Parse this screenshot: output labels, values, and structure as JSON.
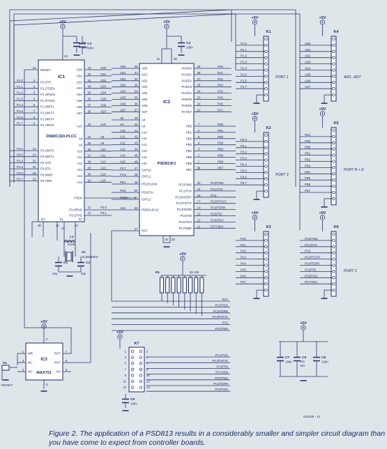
{
  "supply": "+5V",
  "ic1": {
    "ref": "IC1",
    "part": "DS80C320-PLCC",
    "vcc_pin": "44",
    "gnd_pin": "22",
    "reset": {
      "pin": "10",
      "label": "RESET"
    },
    "p1_labels": [
      "P1.0",
      "P1.1",
      "P1.2",
      "P1.3",
      "P1.4",
      "P1.5",
      "P1.6",
      "P1.7"
    ],
    "p1_pins": [
      "2",
      "3",
      "4",
      "5",
      "6",
      "7",
      "8",
      "9"
    ],
    "p1_funcs": [
      "P1.0/T2",
      "P1.1/T2EX",
      "P1.2/RXD1",
      "P1.3/TXD1",
      "P1.4/INT1",
      "P1.5/INT3",
      "P1.6/INT4",
      "P1.7/INT5"
    ],
    "p3_labels": [
      "P3.2",
      "P3.3",
      "P3.4",
      "P3.5",
      "P3.6",
      "P3.7"
    ],
    "p3_pins": [
      "13",
      "14",
      "15",
      "16",
      "18",
      "19"
    ],
    "p3_funcs": [
      "P3.2/INT0",
      "P3.3/INT1",
      "P3.4/T0",
      "P3.5/T1",
      "P3.6/WR",
      "P3.7/RD"
    ],
    "ad_funcs": [
      "AD0",
      "AD1",
      "AD2",
      "AD3",
      "AD4",
      "AD5",
      "AD6",
      "AD7"
    ],
    "ad_pins": [
      "43",
      "42",
      "41",
      "40",
      "39",
      "38",
      "37",
      "36"
    ],
    "ale": {
      "func": "ALE",
      "pin": "33"
    },
    "a_funcs": [
      "A8",
      "A9",
      "A10",
      "A11",
      "A12",
      "A13",
      "A14",
      "A15"
    ],
    "a_pins": [
      "24",
      "25",
      "26",
      "27",
      "28",
      "29",
      "30",
      "31"
    ],
    "psen": "PSEN",
    "rxd": {
      "func": "P3.0/RXD",
      "pin": "11",
      "net": "P3.0"
    },
    "txd": {
      "func": "P3.1/TXD",
      "pin": "12",
      "net": "P3.1"
    },
    "bottom": [
      {
        "func": "EA",
        "pin": "35"
      },
      {
        "func": "X1",
        "pin": "21"
      },
      {
        "func": "X2",
        "pin": "20"
      }
    ]
  },
  "ic2": {
    "ref": "IC2",
    "part": "PSD813F1",
    "vcc_pins": [
      "15",
      "38"
    ],
    "gnd_pins": [
      "16",
      "26"
    ],
    "ad_in": [
      "AD0",
      "AD1",
      "AD2",
      "AD3",
      "AD4",
      "AD5",
      "AD6",
      "AD7"
    ],
    "ad_in_pins": [
      "30",
      "31",
      "32",
      "33",
      "34",
      "35",
      "36",
      "37"
    ],
    "a_in": [
      "A8",
      "A9",
      "A10",
      "A11",
      "A12",
      "A13",
      "A14",
      "A15"
    ],
    "a_in_pins": [
      "39",
      "40",
      "41",
      "42",
      "43",
      "44",
      "45",
      "46"
    ],
    "ctrl_in": [
      {
        "func": "CNTL0",
        "net": "P3.7",
        "pin": "47"
      },
      {
        "func": "CNTL1",
        "net": "P3.6",
        "pin": "48"
      },
      {
        "func": "PD1/CLKIN",
        "net": "PD1",
        "pin": "49"
      },
      {
        "func": "PD2/CSI",
        "net": "PD2",
        "pin": "50"
      },
      {
        "func": "CNTL2",
        "net": "PSEN",
        "pin": "51"
      },
      {
        "func": "PD0/ALE/AS",
        "net": "ALE",
        "pin": "52"
      },
      {
        "func": "RST",
        "net": "",
        "pin": "27"
      }
    ],
    "pa_funcs": [
      "PA0/D0",
      "PA1/D1",
      "PA2/D2",
      "PA3/D3",
      "PA4/D4",
      "PA5/D5",
      "PA6/D6",
      "PA7/D7"
    ],
    "pa_nets": [
      "PA0",
      "PA1",
      "PA2",
      "PA3",
      "PA4",
      "PA5",
      "PA6",
      "PA7"
    ],
    "pa_pins": [
      "29",
      "28",
      "27",
      "25",
      "24",
      "23",
      "22",
      "21"
    ],
    "pb_funcs": [
      "PB0",
      "PB1",
      "PB2",
      "PB3",
      "PB4",
      "PB5",
      "PB6",
      "PB7"
    ],
    "pb_nets": [
      "PB0",
      "PB1",
      "PB2",
      "PB3",
      "PB4",
      "PB5",
      "PB6",
      "PB7"
    ],
    "pb_pins": [
      "7",
      "6",
      "5",
      "4",
      "3",
      "2",
      "1",
      "68"
    ],
    "pc_funcs": [
      "PC0/TMS",
      "PC1/TCK",
      "PC2/VSTBY",
      "PC3/TSTAT",
      "PC4/TERR",
      "PC5/TDI",
      "PC6/TDO",
      "PC7/DBE"
    ],
    "pc_nets": [
      "PC0/TMS",
      "PC1/TCK",
      "PC2",
      "PC3/TSTAT",
      "PC4/TERR",
      "PC5/TDI",
      "PC6/TDO",
      "PC7/JEN"
    ],
    "pc_pins": [
      "20",
      "19",
      "18",
      "17",
      "14",
      "13",
      "12",
      "11"
    ]
  },
  "connectors": [
    {
      "ref": "K1",
      "pins": [
        "P1.0",
        "P1.1",
        "P1.2",
        "P1.3",
        "P1.4",
        "P1.5",
        "P1.6",
        "P1.7"
      ],
      "label": "PORT 1"
    },
    {
      "ref": "K2",
      "pins": [
        "P3.0",
        "P3.1",
        "P3.2",
        "P3.3",
        "P3.4",
        "P3.5",
        "P3.6",
        "P3.7"
      ],
      "label": "PORT 3"
    },
    {
      "ref": "K3",
      "pins": [
        "PA0",
        "PA1",
        "PA2",
        "PA3",
        "PA4",
        "PA5",
        "PA6",
        "PA7"
      ],
      "label": ""
    },
    {
      "ref": "K4",
      "pins": [
        "AD0",
        "AD1",
        "AD2",
        "AD3",
        "AD4",
        "AD5",
        "AD6",
        "AD7"
      ],
      "label": "AD0...AD7"
    },
    {
      "ref": "K5",
      "pins": [
        "PD1",
        "PD2",
        "PB0",
        "PB1",
        "PB2",
        "PB3",
        "PB4",
        "PB5",
        "PB6",
        "PB7"
      ],
      "label": "PORT B + D"
    },
    {
      "ref": "K6",
      "pins": [
        "PC0/TMS",
        "PC1/TCK",
        "PC2",
        "PC3/TSTAT",
        "PC4/TERR",
        "PC5/TDI",
        "PC6/TDO",
        "PC7/JEN"
      ],
      "label": "PORT C"
    }
  ],
  "k7": {
    "ref": "K7",
    "pin_numbers": [
      "1",
      "2",
      "3",
      "4",
      "5",
      "6",
      "7",
      "8",
      "9",
      "10",
      "11",
      "12",
      "13",
      "14"
    ],
    "nets": [
      "PC1/TCK",
      "PC3/TSTAT",
      "PC5/TDI",
      "PC7/JEN",
      "PC0/TMS",
      "PC4/TERR",
      "PC6/TDO"
    ]
  },
  "r1": {
    "ref": "R1",
    "value": "8x 10k"
  },
  "pullup_nets": [
    "RST",
    "PC6/TDO",
    "PC4/TERR",
    "PC3/TSTAT",
    "PC2",
    "PC0/TMS"
  ],
  "ic3": {
    "ref": "IC3",
    "part": "MAX701",
    "pins_left": [
      {
        "func": "MR",
        "pin": "1"
      },
      {
        "func": "NC",
        "pin": "3"
      },
      {
        "func": "NC",
        "pin": "4"
      }
    ],
    "pins_right": [
      {
        "func": "RST",
        "pin": "7"
      },
      {
        "func": "RST",
        "pin": "6"
      },
      {
        "func": "NC",
        "pin": "5"
      }
    ],
    "vcc_pin": "2",
    "gnd_pin": "8"
  },
  "s1": {
    "ref": "S1",
    "label": "RESET"
  },
  "crystal": {
    "ref": "X1",
    "value": "11.0592MHz"
  },
  "inductor": {
    "ref": "L1",
    "value": "1uH5"
  },
  "caps": [
    {
      "ref": "C1",
      "value": "33p"
    },
    {
      "ref": "C2",
      "value": "33p"
    },
    {
      "ref": "C3",
      "value": "100n"
    },
    {
      "ref": "C4",
      "value": "100n"
    },
    {
      "ref": "C5",
      "value": "10u\n15V"
    },
    {
      "ref": "C6",
      "value": "100n"
    },
    {
      "ref": "C7",
      "value": "100n"
    },
    {
      "ref": "C8",
      "value": "100n"
    },
    {
      "ref": "C9",
      "value": "100n"
    }
  ],
  "drawing_code": "020148 - 11",
  "caption": "Figure 2. The application of a PSD813 results in a considerably smaller and simpler circuit diagram than you have come to expect from controller boards.",
  "colors": {
    "background": "#dfe6ea",
    "ink": "#1a2a6a",
    "wire": "#2a3570",
    "cap": "#1e2f7a"
  }
}
